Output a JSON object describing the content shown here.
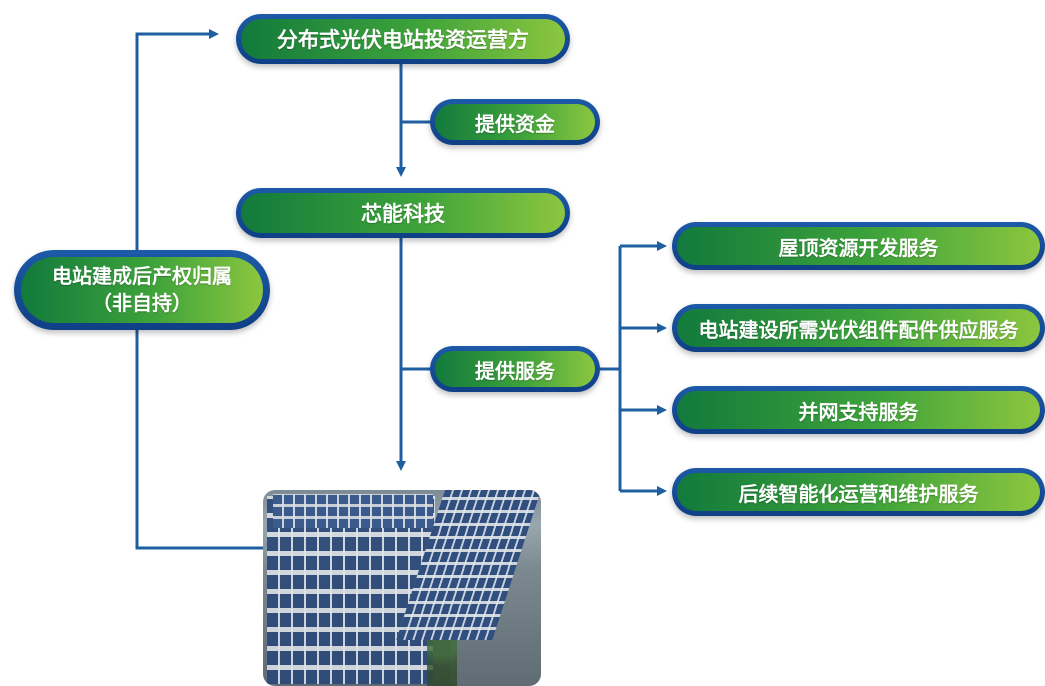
{
  "nodes": {
    "investor": "分布式光伏电站投资运营方",
    "funds": "提供资金",
    "xinneng": "芯能科技",
    "services": "提供服务",
    "ownership_line1": "电站建成后产权归属",
    "ownership_line2": "（非自持）"
  },
  "service_list": [
    "屋顶资源开发服务",
    "电站建设所需光伏组件配件供应服务",
    "并网支持服务",
    "后续智能化运营和维护服务"
  ],
  "colors": {
    "pill_border": "#1d5aa8",
    "pill_fill_start": "#127a3c",
    "pill_fill_end": "#8cc63f",
    "arrow": "#1f5fa0"
  },
  "photo_subject": "rooftop-solar-panels-aerial"
}
